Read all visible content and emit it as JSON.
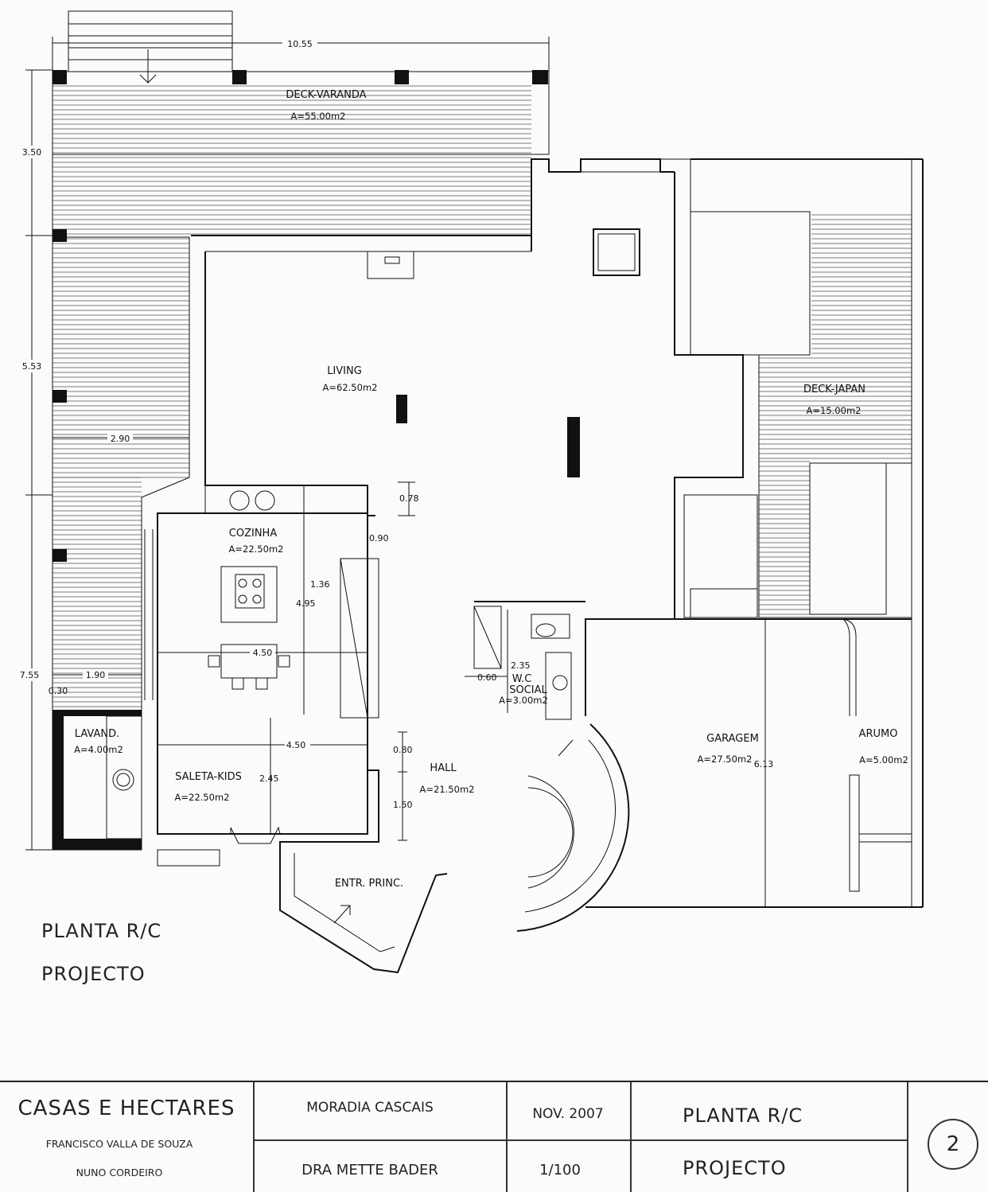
{
  "plan": {
    "title": "PLANTA R/C",
    "subtitle": "PROJECTO",
    "rooms": {
      "deck_varanda": {
        "name": "DECK-VARANDA",
        "area": "A=55.00m2"
      },
      "living": {
        "name": "LIVING",
        "area": "A=62.50m2"
      },
      "deck_japan": {
        "name": "DECK-JAPAN",
        "area": "A=15.00m2"
      },
      "cozinha": {
        "name": "COZINHA",
        "area": "A=22.50m2"
      },
      "wc": {
        "name_1": "W.C",
        "name_2": "SOCIAL",
        "area": "A=3.00m2"
      },
      "lavand": {
        "name": "LAVAND.",
        "area": "A=4.00m2"
      },
      "saleta": {
        "name": "SALETA-KIDS",
        "area": "A=22.50m2"
      },
      "hall": {
        "name": "HALL",
        "area": "A=21.50m2"
      },
      "garagem": {
        "name": "GARAGEM",
        "area": "A=27.50m2"
      },
      "arumo": {
        "name": "ARUMO",
        "area": "A=5.00m2"
      },
      "entrada": {
        "name": "ENTR. PRINC."
      }
    },
    "dimensions": {
      "top_width": "10.55",
      "left_1": "3.50",
      "left_2": "5.53",
      "left_3": "7.55",
      "deck_width": "2.90",
      "lavand_width": "1.90",
      "lavand_wall": "0.30",
      "kitchen_d1": "0.78",
      "kitchen_d2": "0.90",
      "island_1": "1.36",
      "kitchen_depth": "4.95",
      "kitchen_width": "4.50",
      "saleta_width": "4.50",
      "saleta_depth": "2.45",
      "hall_1": "0.80",
      "hall_2": "1.50",
      "wc_1": "2.35",
      "wc_2": "0.60",
      "garage_depth": "6.13"
    }
  },
  "title_block": {
    "company": "CASAS E HECTARES",
    "author_1": "FRANCISCO VALLA DE SOUZA",
    "author_2": "NUNO CORDEIRO",
    "project": "MORADIA CASCAIS",
    "client": "DRA   METTE  BADER",
    "date": "NOV. 2007",
    "scale": "1/100",
    "sheet_title": "PLANTA R/C",
    "sheet_subtitle": "PROJECTO",
    "sheet_number": "2"
  }
}
